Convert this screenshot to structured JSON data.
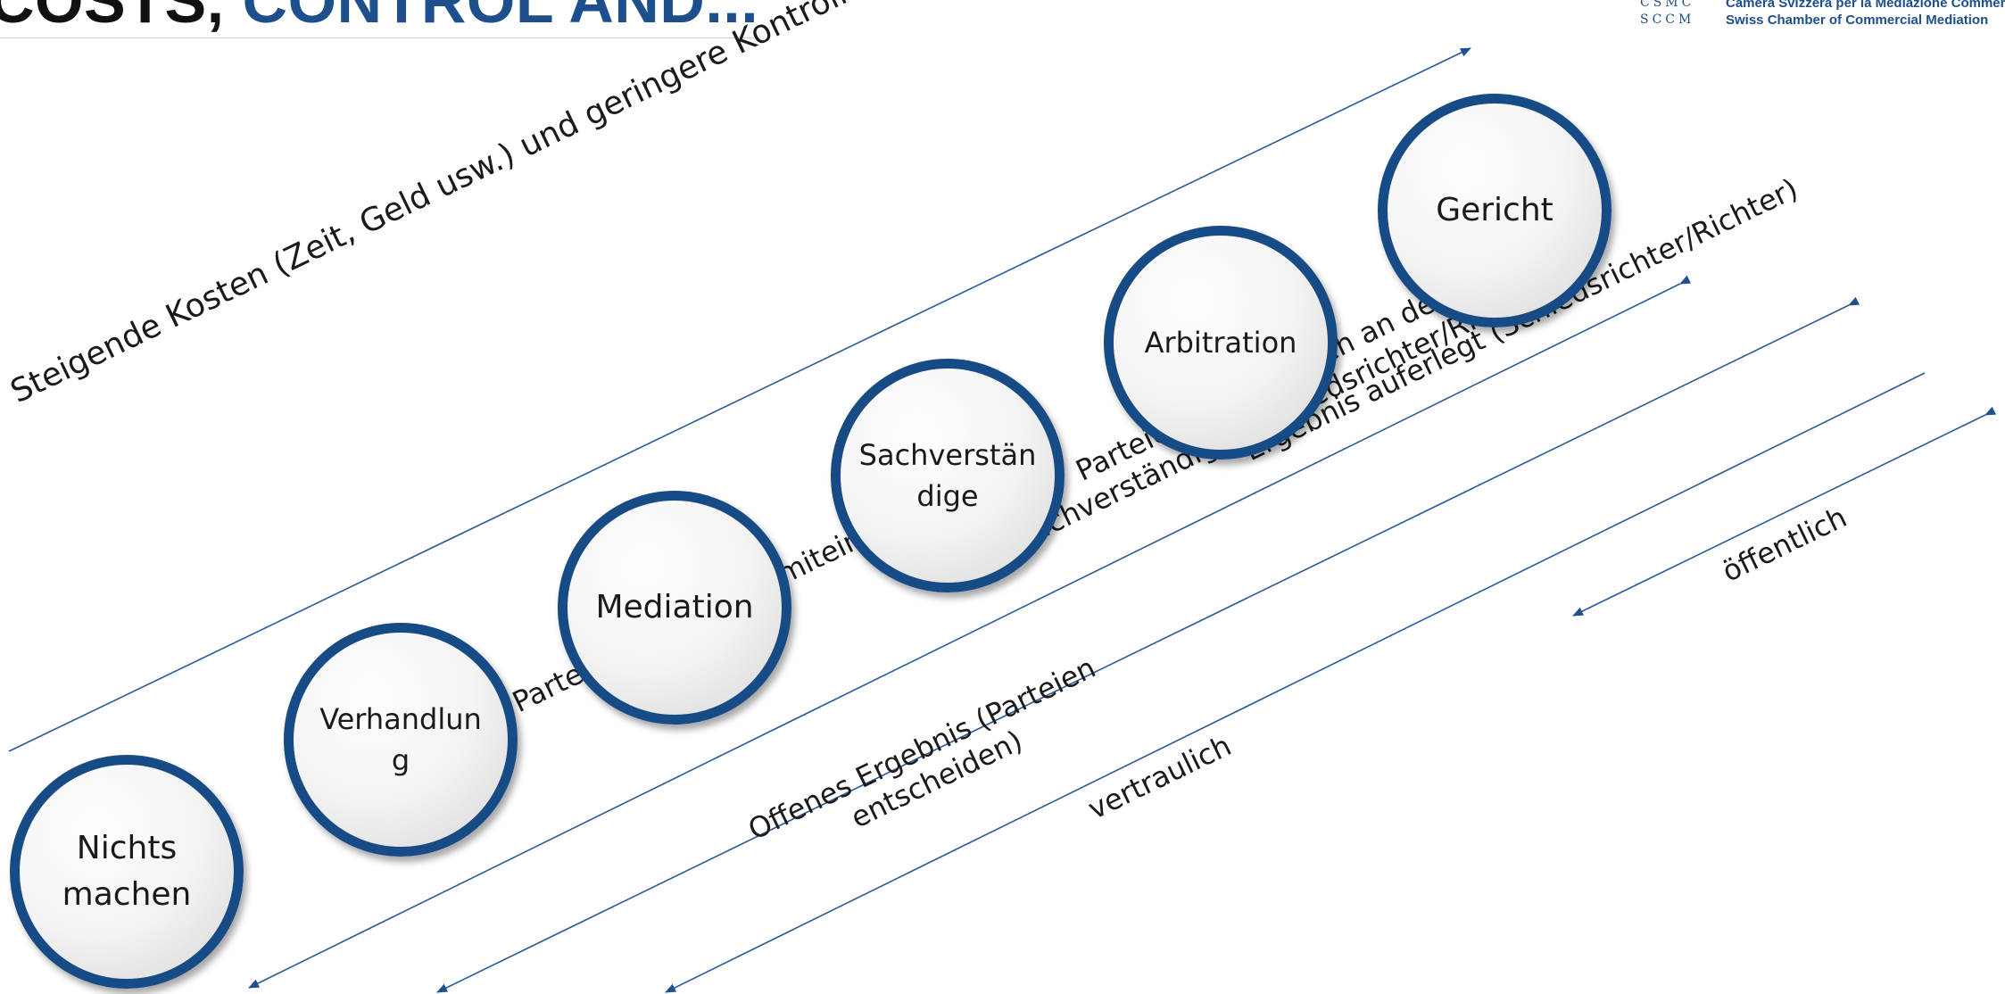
{
  "header": {
    "title_part_black": "COSTS, ",
    "title_part_blue": "CONTROL AND...",
    "logo": {
      "abbr_line1": "CSMC",
      "abbr_line2": "SCCM",
      "name_line1": "Camera Svizzera per la Mediazione Commerciale",
      "name_line2": "Swiss Chamber of Commercial Mediation"
    }
  },
  "diagram": {
    "top_label": "Steigende Kosten (Zeit, Geld usw.) und geringere Kontrolle über den Prozess und das Ergebnis",
    "stages": [
      {
        "lines": [
          "Nichts",
          "machen"
        ]
      },
      {
        "lines": [
          "Verhandlun",
          "g"
        ]
      },
      {
        "lines": [
          "Mediation"
        ]
      },
      {
        "lines": [
          "Sachverstän",
          "dige"
        ]
      },
      {
        "lines": [
          "Arbitration"
        ]
      },
      {
        "lines": [
          "Gericht"
        ]
      }
    ],
    "labels": {
      "discuss": "Parteien diskutieren miteinander",
      "experts": [
        "Parteien wenden sich an den",
        "Sachverständigen/Schiedsrichter/Richter"
      ],
      "open": [
        "Offenes Ergebnis (Parteien",
        "entscheiden)"
      ],
      "imposed": "Ergebnis auferlegt (Schiedsrichter/Richter)",
      "confidential": "vertraulich",
      "public": "öffentlich"
    }
  },
  "colors": {
    "accent": "#1d4f8c",
    "circle_border": "#174b85",
    "arrow": "#2a5a96",
    "text": "#1a1a1a"
  }
}
